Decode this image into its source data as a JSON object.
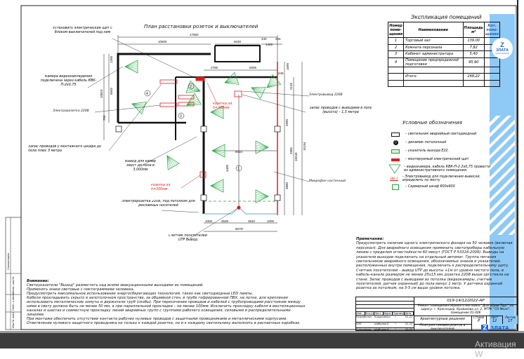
{
  "plan": {
    "title": "План расстановки розеток и выключателей",
    "dims": [
      "17960",
      "10800",
      "5030",
      "440",
      "1465",
      "225",
      "2785",
      "5005",
      "245",
      "1690",
      "1450",
      "1800",
      "2135",
      "3985",
      "15194",
      "18340",
      "10810",
      "1200",
      "6845",
      "700",
      "1435",
      "2000",
      "1600",
      "8010",
      "4400",
      "2300",
      "2190",
      "575",
      "3990",
      "3880",
      "975",
      "1000",
      "3635",
      "3540",
      "1000",
      "8675*"
    ],
    "room_numbers": [
      "1",
      "2",
      "3",
      "4"
    ],
    "labels": {
      "panel": "Установить электрический щит с блоком выключателей под ним",
      "camera": "Камера видеонаблюдения подключена через кабель КВК-П-2х0,75",
      "socket_left": "Электророзетка 220В",
      "wire_reserve": "Запас проводов у монтажного шкафа до пола плюс 3 метра",
      "camera_out": "Вывод для камер хвост до пола в 3,000мм",
      "socket_h1": "Розетка эл. h=300мм",
      "socket_h2": "Розетка эл. h=300мм",
      "socket_ceiling": "Электророзетка 220В, под потолком для рекламных носителей",
      "counter": "Счетчик посетителей UTP Вывод",
      "power_out": "Электровывод 220В",
      "floor_reserve": "Запас проводов с выводами в полу (высота) – 1,5 метра",
      "mic": "Микрофон настенный"
    }
  },
  "explication": {
    "title": "Экспликация помещений",
    "headers": [
      "Номер поме-щения",
      "Наименование",
      "Площадь м²",
      "Кат. поме-щения"
    ],
    "rows": [
      {
        "num": "1",
        "name": "Торговый зал",
        "area": "139,00"
      },
      {
        "num": "2",
        "name": "Комната персонала",
        "area": "7,92"
      },
      {
        "num": "3",
        "name": "Кабинет администратора",
        "area": "5,40"
      },
      {
        "num": "4",
        "name": "Помещение предпродажной подготовки",
        "area": "95,90"
      }
    ],
    "total_label": "Итого:",
    "total": "248,22"
  },
  "legend": {
    "title": "Условные обозначения",
    "items": [
      "– светильник аварийный светодиодный",
      "– динамик потолочный",
      "– указатель выхода Е22.",
      "– монтируемый электрический щит",
      "– видеокамера, кабель КВК-П-2 2х0,75 провести из административного помещения.",
      "– Электровывод для подключения вывески, определить по месту",
      "– Серверный шкаф 600х600"
    ],
    "sign_label": "380 1"
  },
  "notes_right": {
    "title": "Примечание:",
    "text": "Предусмотреть наличие одного электрического фонаря на 50 человек (включая персонал). Для аварийного освещения применить светоприборы кабельную линию с пределом огнестойкости 60 минут (ГОСТ Р 53316-2009). Выводы на указатели выходов подключать на отдельный автомат. Группа питания светильников аварийного освещения, обозначаемых знаков и указателей, расположенных внутри помещения, подключать к распределительному щиту. Счетчик посетителей – вывод UTP до высоты +1м от уровня чистого пола, в кабель-канале размером не менее 25х15 мм, розетка 220В выше оргстекла на стене. Запас проводов с выводами из потолка (видеокамеры, счетчик посетителей, датчик охранный) до пола минус 1 метр. У датчика охранной розетка за потолком, на 3-5 см выше уровня потолка."
  },
  "notes_left": {
    "title": "Внимание:",
    "text": "Светоуказатели \"Выход\" разместить над всеми эвакуационными выходами из помещений.\nПрименять знаки световые с пиктограммами человека.\nПредусмотреть максимальное использование энергосберегающих технологий, таких как светодиодные LED лампы.\nКабели прокладывать скрыто в запотолочном пространстве, за обшивкой стен, в трубе гофрированной ПВХ, на лотке, для крепления использовать металлические хомуты и держатели труб (скобы). При пересечении проводов и кабелей с трубопроводами расстояние между ними в свету должно быть не менее 50 мм, а при параллельной прокладке – не менее 100мм. Исключить прокладку кабеля в вентиляционных каналах и шахтах и совместную прокладку линий аварийных групп с группами рабочего освещения, силовыми и распределительными линиями.\nПри монтаже обеспечить отсутствие контакта рабочих нулевых проводов с защитными проводниками и металлическими корпусами. Ответвление нулевого защитного проводника не только к каждой розетке, но и к каждому светильнику выполнить в распаечных коробках."
  },
  "stamp_left": [
    "Согласовано",
    "Инв.№ подл.",
    "Подп. и дата",
    "Взам. инв.№"
  ],
  "title_block": {
    "code": "019-14/12/2022-АР",
    "project": "Ремонт помещения обувного магазина \"Дом обуви Торг\" по адресу: г. Краснодар, Кравакова ул. 2, МТРК \"ОЗ Молл\", помещение 01-006",
    "section": "Архитектурные решения",
    "sheet_title": "План расстановки розеток и выключателей",
    "stage_h": "Стадия",
    "sheet_h": "Лист",
    "sheets_h": "Листов",
    "stage": "Р",
    "sheet": "12",
    "sheets": "17",
    "cols": [
      "Изм.",
      "Кол.уч",
      "Лист",
      "№док",
      "Подпись",
      "Дата"
    ],
    "rows": [
      {
        "role": "Разработал",
        "name": "Кордаченко",
        "date": "01.23"
      },
      {
        "role": "ГИП",
        "name": "Шибуева Е.",
        "date": "01.23"
      },
      {
        "role": "Н.контроль",
        "name": "Шибуева Е.",
        "date": "01.23"
      }
    ]
  },
  "logo": {
    "text": "ЗЛАТА",
    "sub": "группа компаний"
  },
  "watermark": "Активация W",
  "colors": {
    "wall": "#111111",
    "camera": "#1aa33a",
    "electric": "#e31b1b",
    "entry": "#8ec5f2",
    "accent": "#1e63c7"
  }
}
